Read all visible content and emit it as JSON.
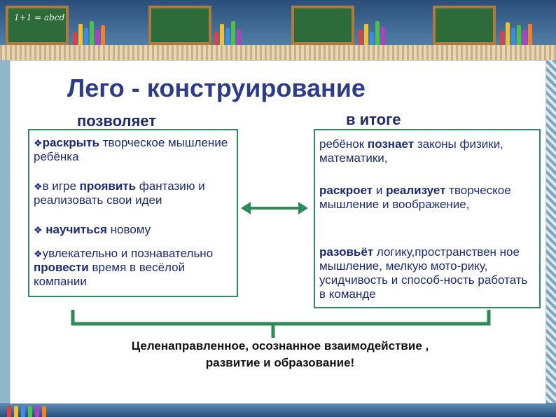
{
  "title": "Лего - конструирование",
  "left_heading": "позволяет",
  "right_heading": "в итоге",
  "left_items": [
    [
      {
        "t": "❖",
        "style": "diamond"
      },
      {
        "t": "раскрыть",
        "style": "b"
      },
      {
        "t": " творческое мышление ребёнка",
        "style": ""
      }
    ],
    [
      {
        "t": "❖",
        "style": "diamond"
      },
      {
        "t": "в игре ",
        "style": ""
      },
      {
        "t": "проявить",
        "style": "b"
      },
      {
        "t": " фантазию и реализовать свои идеи",
        "style": ""
      }
    ],
    [
      {
        "t": "❖",
        "style": "diamond"
      },
      {
        "t": " научиться",
        "style": "b"
      },
      {
        "t": "  новому",
        "style": ""
      }
    ],
    [
      {
        "t": "❖",
        "style": "diamond"
      },
      {
        "t": "увлекательно и познавательно ",
        "style": ""
      },
      {
        "t": "провести",
        "style": "b"
      },
      {
        "t": " время в весёлой компании",
        "style": ""
      }
    ]
  ],
  "right_items": [
    [
      {
        "t": " ребёнок ",
        "style": ""
      },
      {
        "t": "познает",
        "style": "b"
      },
      {
        "t": " законы физики, математики,",
        "style": ""
      }
    ],
    [
      {
        "t": "раскроет",
        "style": "b"
      },
      {
        "t": " и ",
        "style": ""
      },
      {
        "t": "реализует",
        "style": "b"
      },
      {
        "t": " творческое мышление и воображение,",
        "style": ""
      }
    ],
    [
      {
        "t": "разовьёт",
        "style": "b"
      },
      {
        "t": " логику,пространствен ное мышление, мелкую мото-рику, усидчивость и способ-ность работать в команде",
        "style": ""
      }
    ]
  ],
  "summary": {
    "line1": "Целенаправленное, осознанное взаимодействие ,",
    "line2": "развитие и образование!"
  },
  "colors": {
    "accent_green": "#2e8b57",
    "text_blue": "#1a2a7a",
    "title_blue": "#2c3c8a"
  },
  "board_text": "1+1 = abcd",
  "icons": [
    "arrow-double-icon",
    "brace-icon",
    "diamond-bullet-icon"
  ]
}
